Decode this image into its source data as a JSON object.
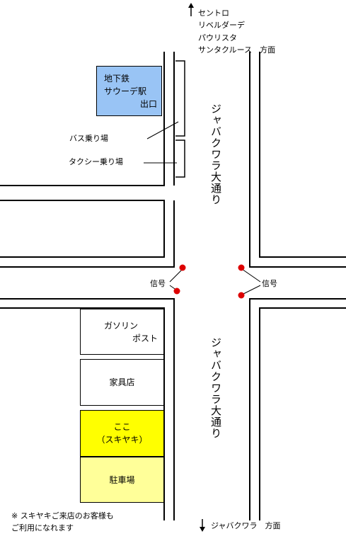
{
  "north_direction": {
    "lines": [
      "セントロ",
      "リベルダーデ",
      "パウリスタ",
      "サンタクルース　方面"
    ]
  },
  "south_direction": {
    "text": "ジャバクワラ　方面"
  },
  "street": {
    "name_north": "ジャバクワラ大通り",
    "name_south": "ジャバクワラ大通り"
  },
  "subway_exit": {
    "line1": "地下鉄",
    "line2": "サウーデ駅",
    "line3": "出口",
    "color": "#99c4f5"
  },
  "bus_stop": {
    "label": "バス乗り場"
  },
  "taxi_stand": {
    "label": "タクシー乗り場"
  },
  "signals": {
    "left_label": "信号",
    "right_label": "信号",
    "color": "#dd0000"
  },
  "gas_station": {
    "line1": "ガソリン",
    "line2": "ポスト"
  },
  "furniture_store": {
    "label": "家具店"
  },
  "restaurant": {
    "line1": "ここ",
    "line2": "（スキヤキ）",
    "color": "#ffff00"
  },
  "parking": {
    "label": "駐車場",
    "color": "#ffff99"
  },
  "note": {
    "line1": "※ スキヤキご来店のお客様も",
    "line2": "ご利用になれます"
  },
  "icons": {
    "north_arrow": "up-arrow-icon",
    "south_arrow": "down-arrow-icon"
  }
}
